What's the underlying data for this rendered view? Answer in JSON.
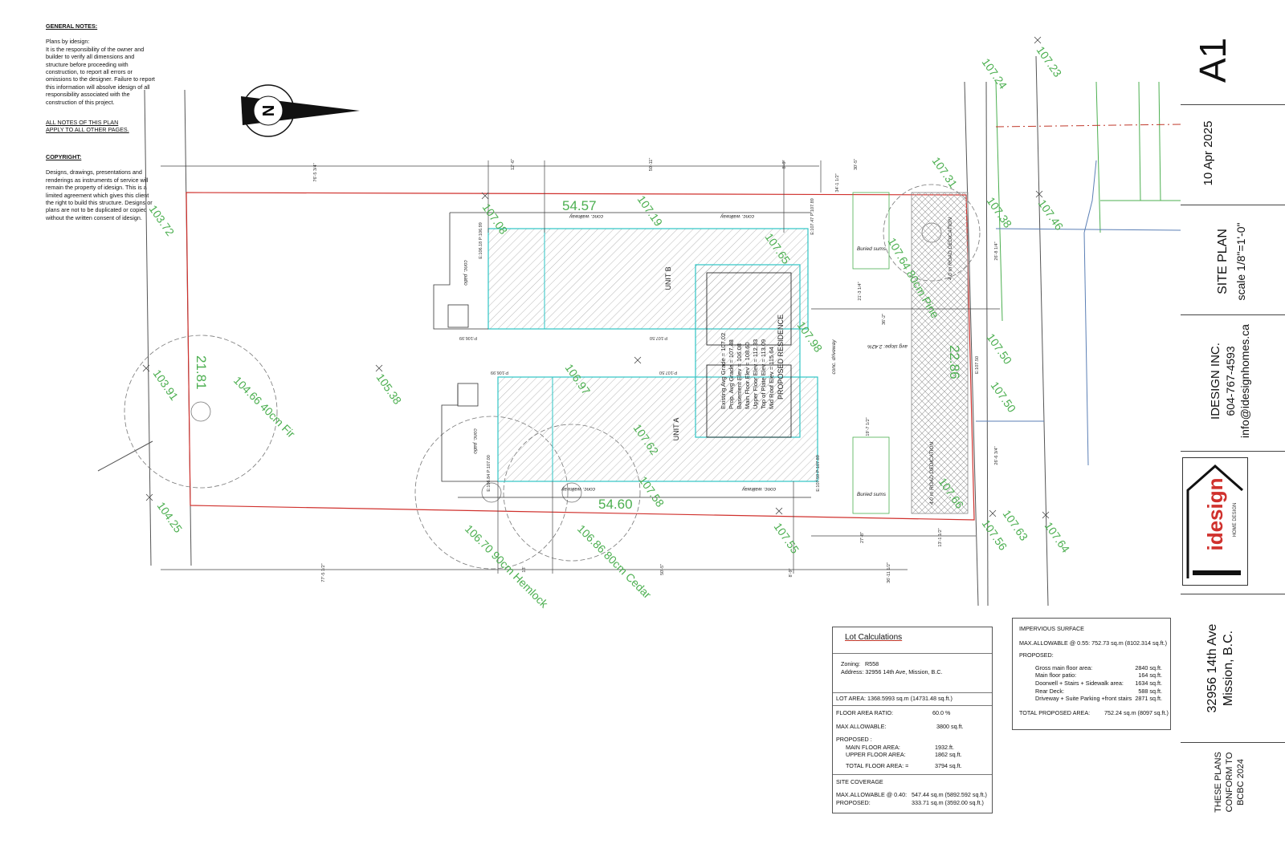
{
  "notes": {
    "general_heading": "GENERAL NOTES:",
    "general_lines": [
      "Plans by idesign:",
      "It is the responsibility of the owner and",
      "builder to verify all dimensions and",
      "structure before proceeding with",
      "construction, to report all errors or",
      "omissions to the designer. Failure to report",
      "this information will absolve idesign of all",
      "responsibility associated with the",
      "construction of this project."
    ],
    "all_notes_1": "ALL NOTES OF THIS PLAN",
    "all_notes_2": "APPLY TO ALL OTHER PAGES.",
    "copyright_heading": "COPYRIGHT:",
    "copyright_lines": [
      "Designs, drawings, presentations and",
      "renderings as instruments of service will",
      "remain the property of idesign. This is a",
      "limited agreement which gives this client",
      "the right to build this structure. Designs or",
      "plans are not to be duplicated or copied",
      "without the written consent of idesign."
    ]
  },
  "north_label": "N",
  "plan": {
    "unit_b": "UNIT B",
    "unit_a": "UNIT A",
    "proposed": "PROPOSED RESIDENCE",
    "elevations": [
      "Existing Avg Grade = 107.02",
      "Prop. Avg Grade    = 107.48",
      "Basement Elev      = 106.08",
      "Main Floor Elev    = 108.60",
      "Upper Floor Elev   = 112.33",
      "Top of Plate Elev  = 113.09",
      "Mid Roof Elev      = 115.64"
    ],
    "walkway_top": "conc. walkway",
    "walkway_top2": "conc. walkway",
    "walkway_bot": "conc. walkway",
    "walkway_bot2": "conc. walkway",
    "patio_top": "conc. patio",
    "patio_bot": "conc. patio",
    "driveway": "conc. driveway",
    "slope": "avg slope: 2.42%",
    "road_ded_top": "4.0 m ROAD DEDICATION",
    "road_ded_bot": "4.0 m ROAD DEDICATION",
    "buried_top": "Buried sums",
    "buried_bot": "Buried sums",
    "lot_dim_top": "54.57",
    "lot_dim_bot": "54.60",
    "lot_dim_left": "21.81",
    "lot_dim_right": "22.86",
    "tree_fir": "104.66 40cm Fir",
    "tree_hemlock": "106.70 90cm Hemlock",
    "tree_cedar": "106.86 80cm Cedar",
    "tree_pine": "107.64 80cm Pine",
    "grades": [
      "103.72",
      "103.91",
      "104.25",
      "105.38",
      "106.97",
      "107.19",
      "107.08",
      "107.62",
      "107.58",
      "107.55",
      "107.24",
      "107.23",
      "107.31",
      "107.38",
      "107.46",
      "107.50",
      "107.50",
      "107.56",
      "107.63",
      "107.64",
      "107.66",
      "107.98",
      "107.65"
    ],
    "dims": [
      "76'-5 3/4\"",
      "12'-6\"",
      "50'-11\"",
      "8'-9\"",
      "30'-5\"",
      "77'-5 1/2\"",
      "13'",
      "50'-5\"",
      "8'-9\"",
      "36'-11 1/2\"",
      "36'-2\"",
      "26'-8 1/4\"",
      "26'-6 3/4\"",
      "13'-1 1/2\"",
      "21'-3 1/4\"",
      "27'-8\"",
      "19'-7 1/2\"",
      "34'-1 1/2\""
    ],
    "elev_marks": [
      "E:106.18 P:106.99",
      "E:107.47 P:107.89",
      "E:107.59 P:107.89",
      "E:106.84 P:107.00",
      "P:107.50",
      "P:106.99",
      "P:107.50",
      "P:106.99",
      "E:107.50"
    ]
  },
  "title_block": {
    "sheet": "A1",
    "date": "10 Apr 2025",
    "title": "SITE PLAN",
    "scale": "scale 1/8\"=1'-0\"",
    "company": "IDESIGN INC.",
    "phone": "604-767-4593",
    "email": "info@idesignhomes.ca",
    "logo_text": "idesign",
    "logo_sub": "HOME DESIGN",
    "address_line1": "32956 14th Ave",
    "address_line2": "Mission, B.C.",
    "conform_line1": "THESE PLANS",
    "conform_line2": "CONFORM TO",
    "conform_line3": "BCBC 2024"
  },
  "lot_calc": {
    "title": "Lot Calculations",
    "zoning_label": "Zoning:",
    "zoning": "R558",
    "address_label": "Address:",
    "address": "32956 14th Ave,  Mission, B.C.",
    "lot_area_label": "LOT AREA:",
    "lot_area": "1368.5993 sq.m (14731.48 sq.ft.)",
    "far_label": "FLOOR AREA RATIO:",
    "far": "60.0 %",
    "max_label": "MAX ALLOWABLE:",
    "max": "3800 sq.ft.",
    "proposed_label": "PROPOSED :",
    "main_label": "MAIN FLOOR AREA:",
    "main": "1932.ft.",
    "upper_label": "UPPER FLOOR AREA:",
    "upper": "1862 sq.ft.",
    "total_label": "TOTAL  FLOOR AREA: =",
    "total": "3794 sq.ft.",
    "cov_label": "SITE COVERAGE",
    "cov_max_label": "MAX.ALLOWABLE @ 0.40:",
    "cov_max": "547.44 sq.m (5892.592 sq.ft.)",
    "cov_prop_label": "PROPOSED:",
    "cov_prop": "333.71 sq.m (3592.00 sq.ft.)"
  },
  "impervious": {
    "title": "IMPERVIOUS SURFACE",
    "max": "MAX.ALLOWABLE @ 0.55: 752.73 sq.m (8102.314 sq.ft.)",
    "proposed": "PROPOSED:",
    "items": [
      {
        "label": "Gross main floor area:",
        "value": "2840 sq.ft."
      },
      {
        "label": "Main floor patio:",
        "value": "164 sq.ft."
      },
      {
        "label": "Doorwell + Stairs + Sidewalk area:",
        "value": "1634 sq.ft."
      },
      {
        "label": "Rear Deck:",
        "value": "588 sq.ft."
      },
      {
        "label": "Driveway + Suite Parking +front stairs",
        "value": "2871 sq.ft."
      }
    ],
    "total_label": "TOTAL PROPOSED AREA:",
    "total": "752.24 sq.m (8097 sq.ft.)"
  },
  "colors": {
    "property_line": "#d0312d",
    "building": "#2ec4c4",
    "grade": "#4caf50",
    "ink": "#222222"
  }
}
